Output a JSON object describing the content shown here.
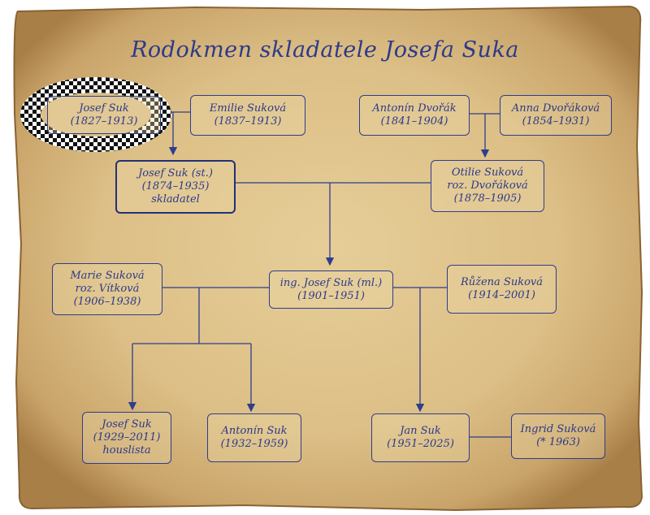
{
  "title": "Rodokmen skladatele Josefa Suka",
  "colors": {
    "ink": "#2c3a8a",
    "paper": "#d9bd85"
  },
  "nodes": {
    "josef_suk_1827": {
      "name": "Josef Suk",
      "years": "(1827–1913)"
    },
    "emilie_sukova": {
      "name": "Emilie Suková",
      "years": "(1837–1913)"
    },
    "antonin_dvorak": {
      "name": "Antonín Dvořák",
      "years": "(1841–1904)"
    },
    "anna_dvorakova": {
      "name": "Anna Dvořáková",
      "years": "(1854–1931)"
    },
    "josef_suk_st": {
      "name": "Josef Suk (st.)",
      "years": "(1874–1935)",
      "note": "skladatel"
    },
    "otilie_sukova": {
      "name": "Otilie Suková",
      "maiden": "roz. Dvořáková",
      "years": "(1878–1905)"
    },
    "marie_sukova": {
      "name": "Marie Suková",
      "maiden": "roz. Vítková",
      "years": "(1906–1938)"
    },
    "josef_suk_ml": {
      "name": "ing. Josef Suk (ml.)",
      "years": "(1901–1951)"
    },
    "ruzena_sukova": {
      "name": "Růžena Suková",
      "years": "(1914–2001)"
    },
    "josef_suk_1929": {
      "name": "Josef Suk",
      "years": "(1929–2011)",
      "note": "houslista"
    },
    "antonin_suk": {
      "name": "Antonín Suk",
      "years": "(1932–1959)"
    },
    "jan_suk": {
      "name": "Jan Suk",
      "years": "(1951–2025)"
    },
    "ingrid_sukova": {
      "name": "Ingrid Suková",
      "years": "(* 1963)"
    }
  }
}
